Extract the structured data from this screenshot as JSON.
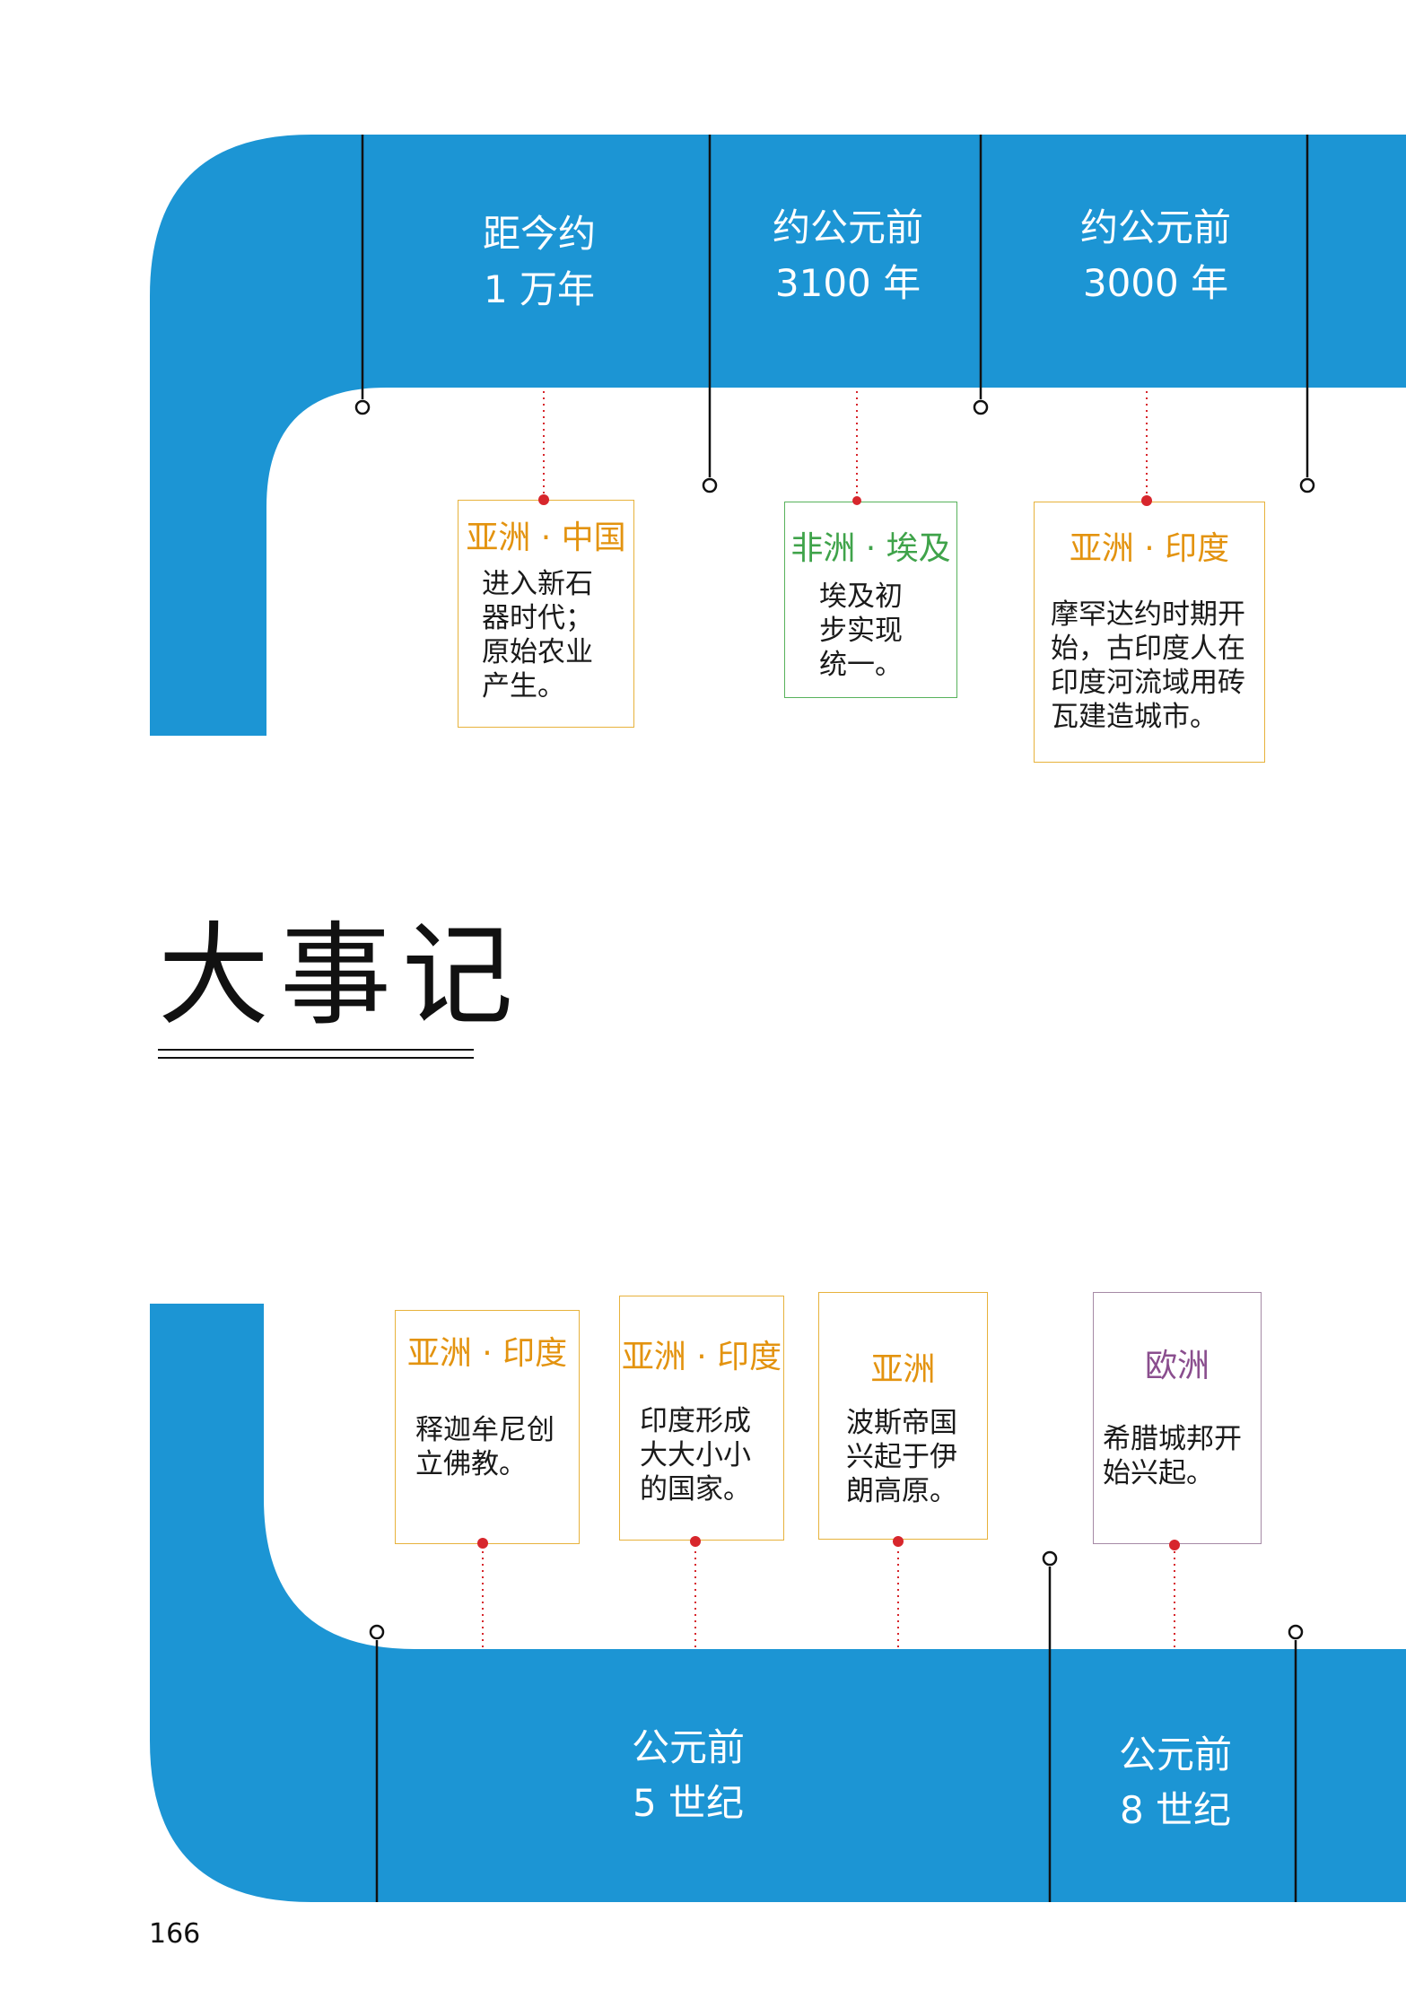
{
  "title": "大事记",
  "page_number": "166",
  "colors": {
    "band": "#1c95d4",
    "orange": "#e3930f",
    "green": "#3fa34a",
    "purple": "#8a4e8e",
    "dot": "#d7262c"
  },
  "top_band": {
    "dates": [
      {
        "line1": "距今约",
        "line2": "1 万年"
      },
      {
        "line1": "约公元前",
        "line2": "3100 年"
      },
      {
        "line1": "约公元前",
        "line2": "3000 年"
      }
    ]
  },
  "top_cards": [
    {
      "region": "亚洲 · 中国",
      "desc": "进入新石\n器时代；\n原始农业\n产生。",
      "color": "orange"
    },
    {
      "region": "非洲 · 埃及",
      "desc": "埃及初\n步实现\n统一。",
      "color": "green"
    },
    {
      "region": "亚洲 · 印度",
      "desc": "摩罕达约时期开\n始，古印度人在\n印度河流域用砖\n瓦建造城市。",
      "color": "orange"
    }
  ],
  "bottom_cards": [
    {
      "region": "亚洲 · 印度",
      "desc": "释迦牟尼创\n立佛教。",
      "color": "orange"
    },
    {
      "region": "亚洲 · 印度",
      "desc": "印度形成\n大大小小\n的国家。",
      "color": "orange"
    },
    {
      "region": "亚洲",
      "desc": "波斯帝国\n兴起于伊\n朗高原。",
      "color": "orange"
    },
    {
      "region": "欧洲",
      "desc": "希腊城邦开\n始兴起。",
      "color": "purple"
    }
  ],
  "bottom_band": {
    "dates": [
      {
        "line1": "公元前",
        "line2": "5 世纪"
      },
      {
        "line1": "公元前",
        "line2": "8 世纪"
      }
    ]
  }
}
